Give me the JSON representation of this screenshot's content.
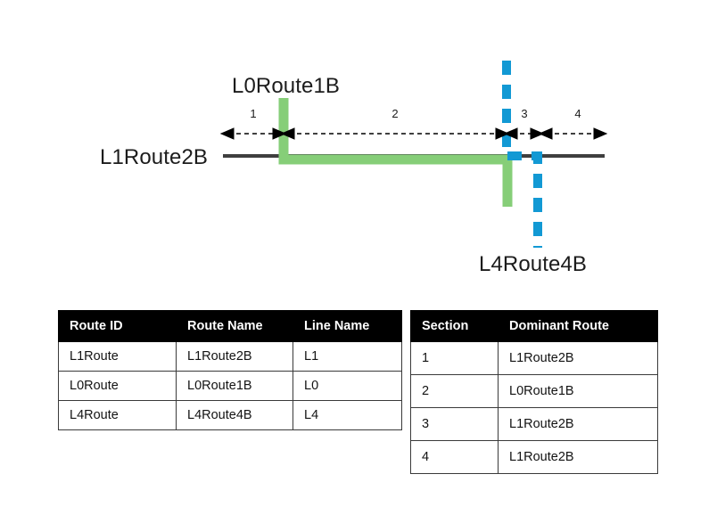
{
  "diagram": {
    "labels": {
      "upper_route": "L0Route1B",
      "base_route": "L1Route2B",
      "lower_route": "L4Route4B"
    },
    "colors": {
      "base_line": "#3f3f3f",
      "green_route": "#86ce78",
      "blue_route": "#1299d4",
      "arrow": "#000000"
    },
    "sections": [
      {
        "number": "1"
      },
      {
        "number": "2"
      },
      {
        "number": "3"
      },
      {
        "number": "4"
      }
    ]
  },
  "tables": {
    "routes": {
      "name": "Route ID table",
      "headers": [
        "Route ID",
        "Route Name",
        "Line Name"
      ],
      "rows": [
        [
          "L1Route",
          "L1Route2B",
          "L1"
        ],
        [
          "L0Route",
          "L0Route1B",
          "L0"
        ],
        [
          "L4Route",
          "L4Route4B",
          "L4"
        ]
      ]
    },
    "sections": {
      "name": "Dominant route table",
      "headers": [
        "Section",
        "Dominant Route"
      ],
      "rows": [
        [
          "1",
          "L1Route2B"
        ],
        [
          "2",
          "L0Route1B"
        ],
        [
          "3",
          "L1Route2B"
        ],
        [
          "4",
          "L1Route2B"
        ]
      ]
    }
  }
}
